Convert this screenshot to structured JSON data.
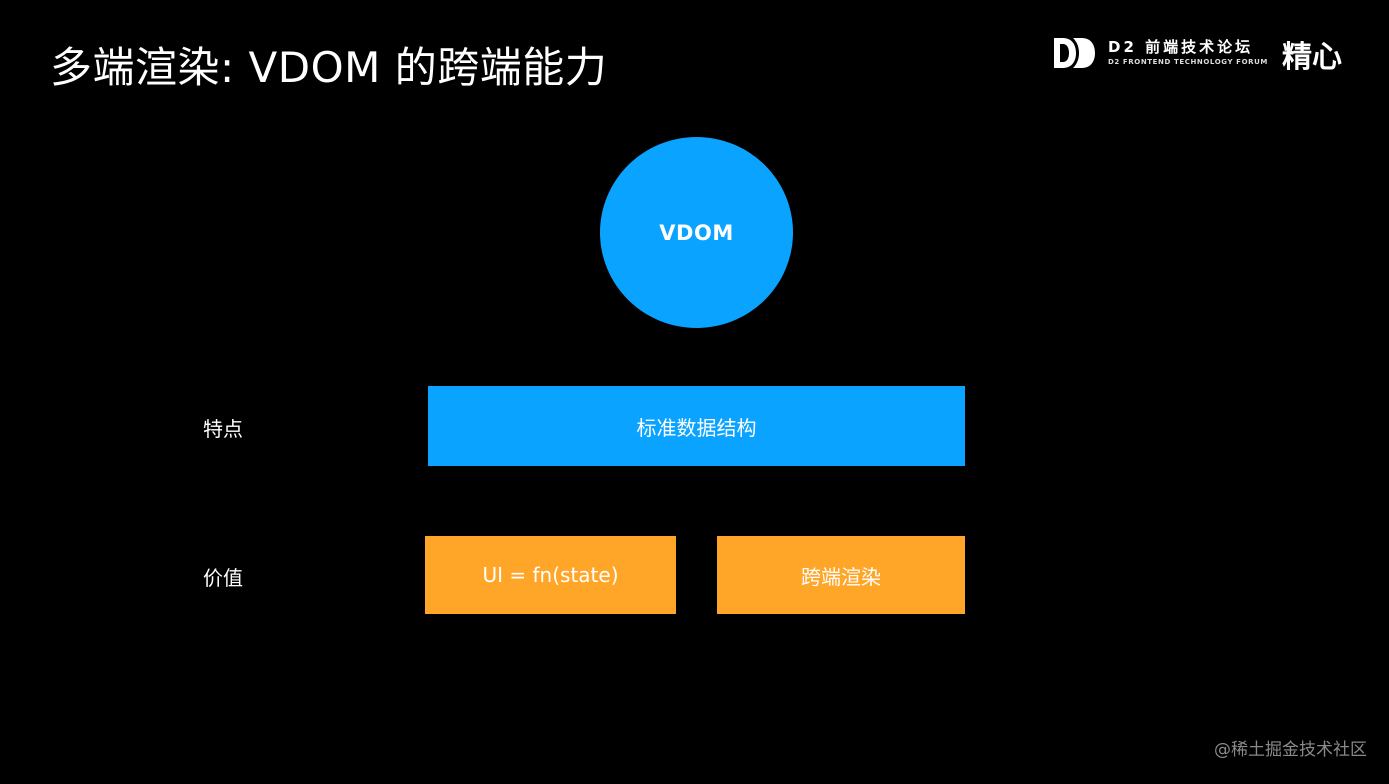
{
  "slide": {
    "title": "多端渲染: VDOM 的跨端能力"
  },
  "brand": {
    "logo_icon": "d2-logo-icon",
    "name": "D2 前端技术论坛",
    "subtitle": "D2 FRONTEND TECHNOLOGY FORUM",
    "tagline": "精心"
  },
  "diagram": {
    "core": "VDOM",
    "rows": [
      {
        "label": "特点",
        "items": [
          "标准数据结构"
        ]
      },
      {
        "label": "价值",
        "items": [
          "UI = fn(state)",
          "跨端渲染"
        ]
      }
    ]
  },
  "watermark": "@稀土掘金技术社区",
  "colors": {
    "background": "#000000",
    "blue": "#0aa3ff",
    "orange": "#ffa629",
    "text": "#ffffff"
  }
}
